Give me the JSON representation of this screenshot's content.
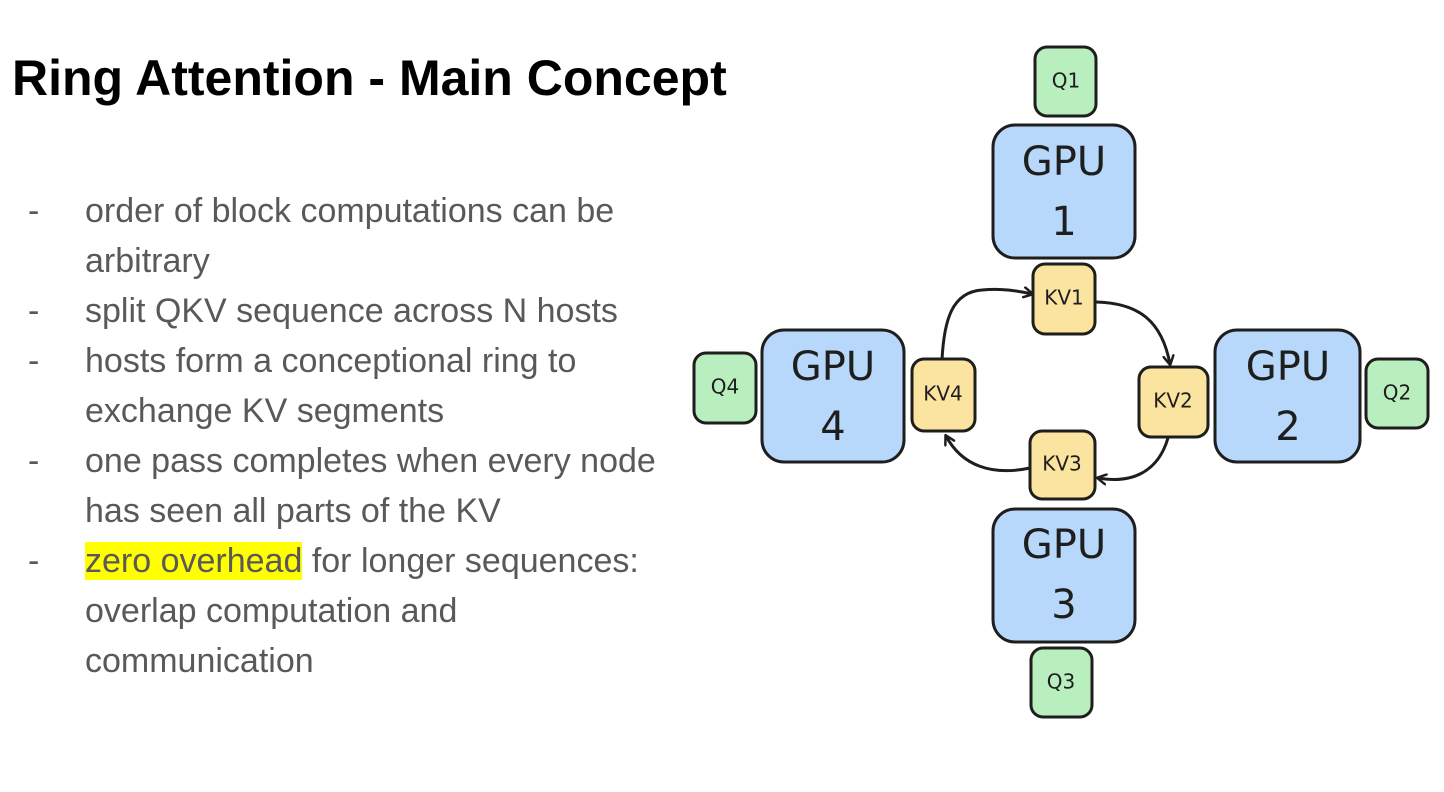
{
  "title": "Ring Attention - Main Concept",
  "bullet_marker": "-",
  "bullets": [
    {
      "text": "order of block computations can be arbitrary"
    },
    {
      "text": "split QKV sequence across N hosts"
    },
    {
      "text": "hosts form a conceptional ring to exchange KV segments"
    },
    {
      "text": "one pass completes when every node has seen all parts of the KV"
    },
    {
      "highlight": "zero overhead",
      "text": " for longer sequences: overlap computation and communication"
    }
  ],
  "diagram": {
    "gpus": [
      {
        "line1": "GPU",
        "line2": "1"
      },
      {
        "line1": "GPU",
        "line2": "2"
      },
      {
        "line1": "GPU",
        "line2": "3"
      },
      {
        "line1": "GPU",
        "line2": "4"
      }
    ],
    "queries": [
      "Q1",
      "Q2",
      "Q3",
      "Q4"
    ],
    "kv_blocks": [
      "KV1",
      "KV2",
      "KV3",
      "KV4"
    ]
  },
  "colors": {
    "gpu_fill": "#b7d8fa",
    "query_fill": "#b9efbe",
    "kv_fill": "#fbe3a0",
    "highlight": "#ffff00",
    "text": "#595959"
  }
}
